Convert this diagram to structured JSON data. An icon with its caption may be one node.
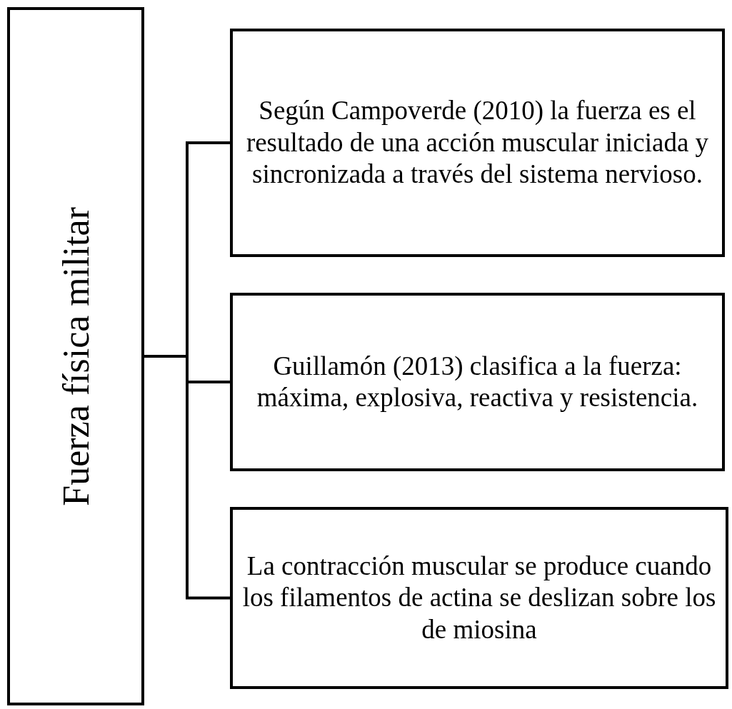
{
  "diagram": {
    "nodes": [
      {
        "text": [
          "Fuerza física militar"
        ]
      },
      {
        "text": [
          "Según Campoverde (2010) la fuerza es el resultado de una acción muscular iniciada y sincronizada a través del sistema nervioso."
        ]
      },
      {
        "text": [
          "Guillamón (2013) clasifica a la fuerza: máxima, explosiva, reactiva y resistencia."
        ]
      },
      {
        "text": [
          "La contracción muscular se produce cuando los filamentos de actina se deslizan sobre los de miosina"
        ]
      }
    ],
    "edges": [
      {
        "from": 0,
        "to": 1,
        "arrow": "none"
      },
      {
        "from": 0,
        "to": 2,
        "arrow": "none"
      },
      {
        "from": 0,
        "to": 3,
        "arrow": "none"
      }
    ]
  }
}
